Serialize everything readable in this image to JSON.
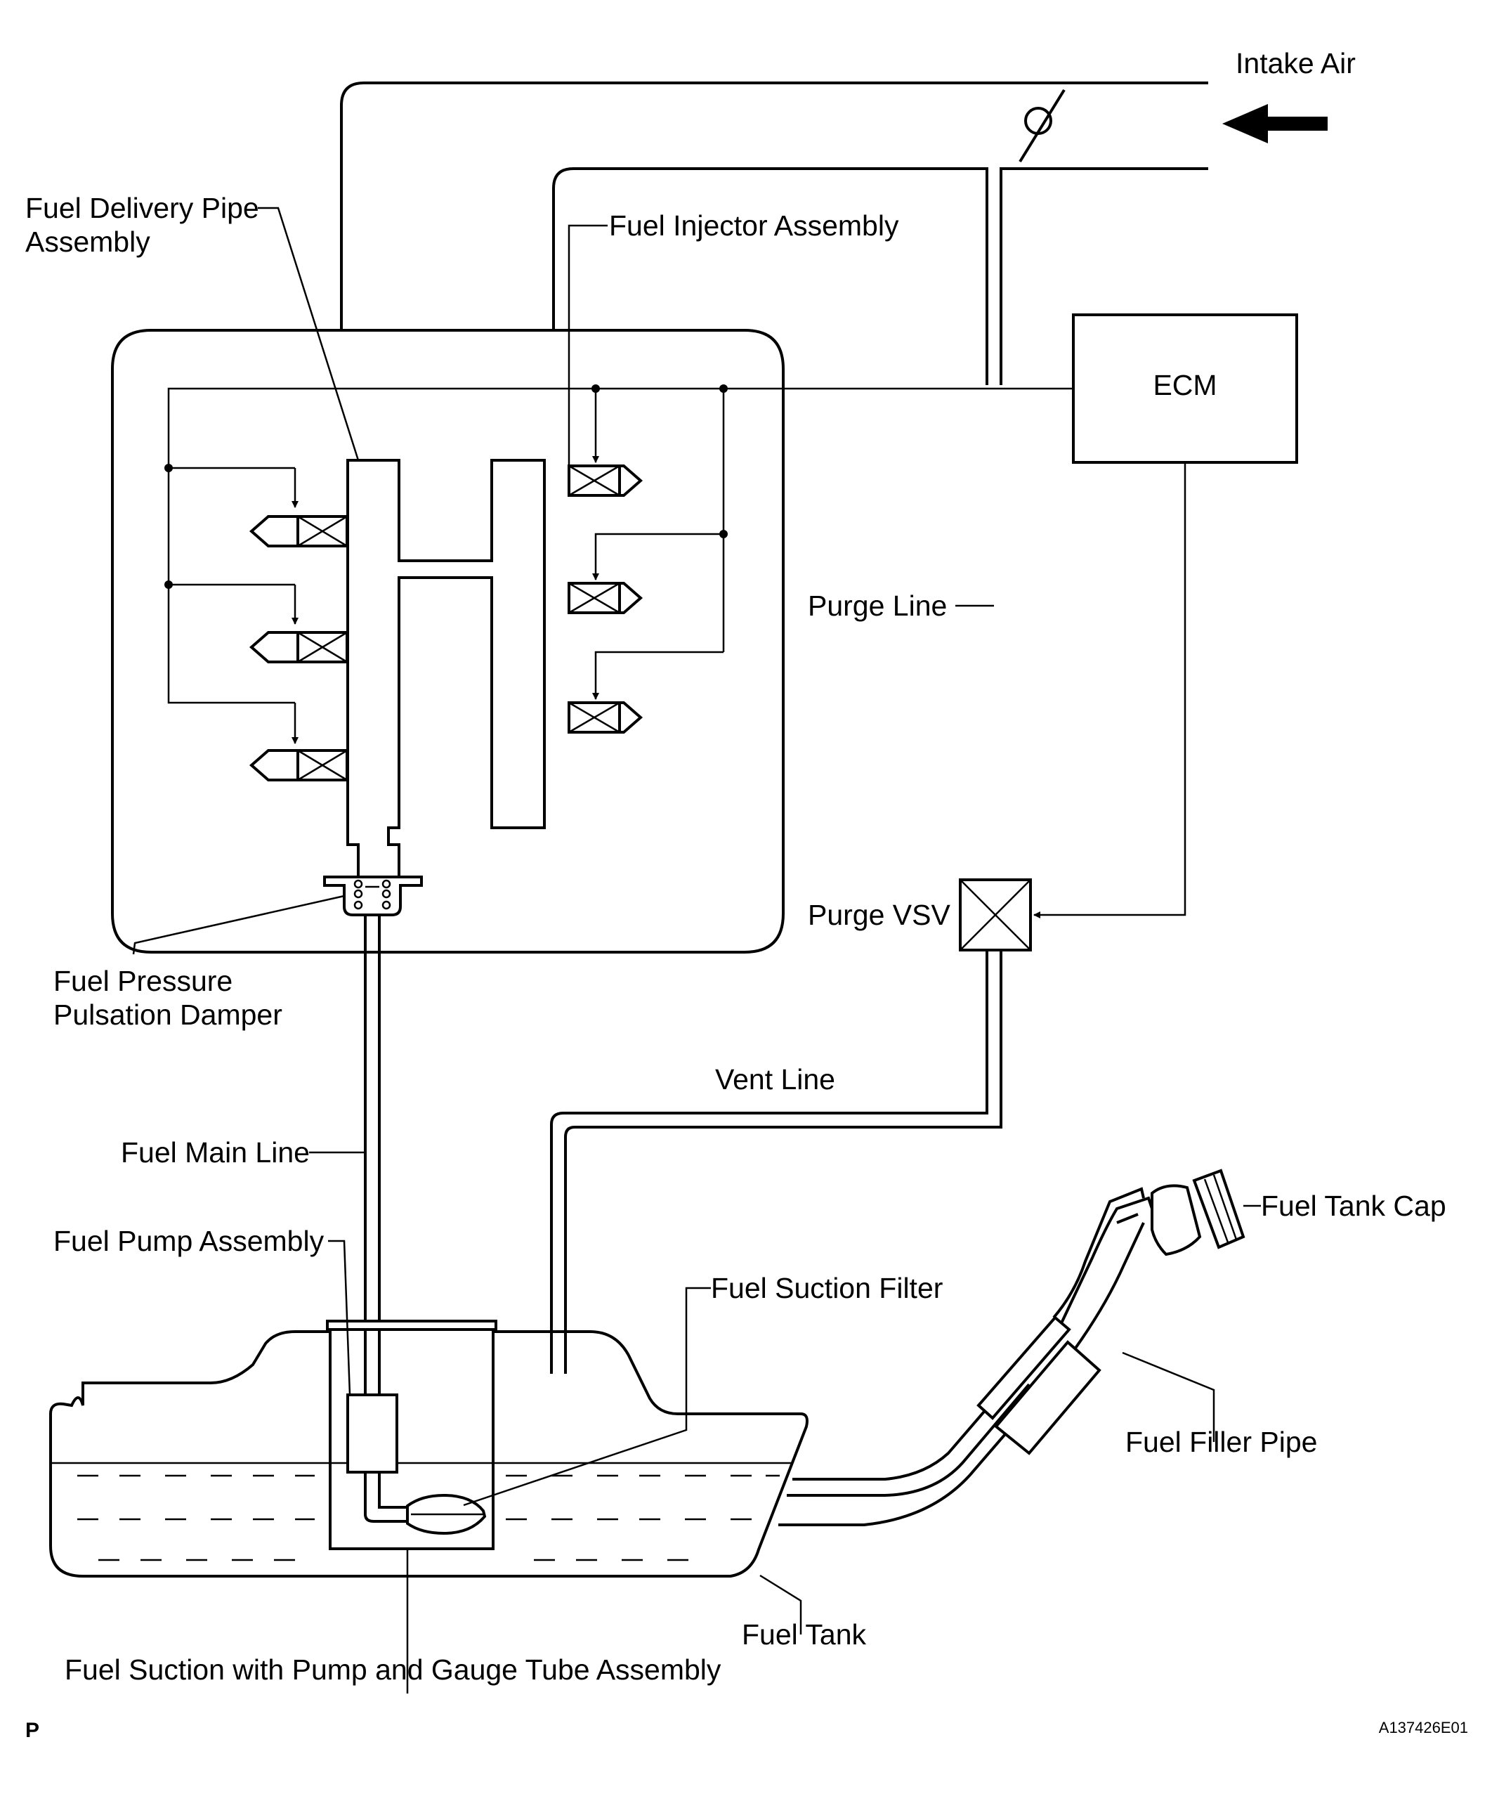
{
  "labels": {
    "intake_air": "Intake Air",
    "fuel_delivery_pipe_1": "Fuel Delivery Pipe",
    "fuel_delivery_pipe_2": "Assembly",
    "fuel_injector_assembly": "Fuel Injector Assembly",
    "ecm": "ECM",
    "purge_line": "Purge Line",
    "purge_vsv": "Purge VSV",
    "fuel_pressure_damper_1": "Fuel Pressure",
    "fuel_pressure_damper_2": "Pulsation Damper",
    "vent_line": "Vent Line",
    "fuel_main_line": "Fuel Main Line",
    "fuel_pump_assembly": "Fuel Pump Assembly",
    "fuel_tank_cap": "Fuel Tank Cap",
    "fuel_suction_filter": "Fuel Suction Filter",
    "fuel_filler_pipe": "Fuel Filler Pipe",
    "fuel_tank": "Fuel Tank",
    "fuel_suction_tube_assembly": "Fuel Suction with Pump and Gauge Tube Assembly"
  },
  "footer": {
    "corner_mark": "P",
    "figure_code": "A137426E01"
  },
  "colors": {
    "line": "#000000",
    "background": "#ffffff"
  }
}
